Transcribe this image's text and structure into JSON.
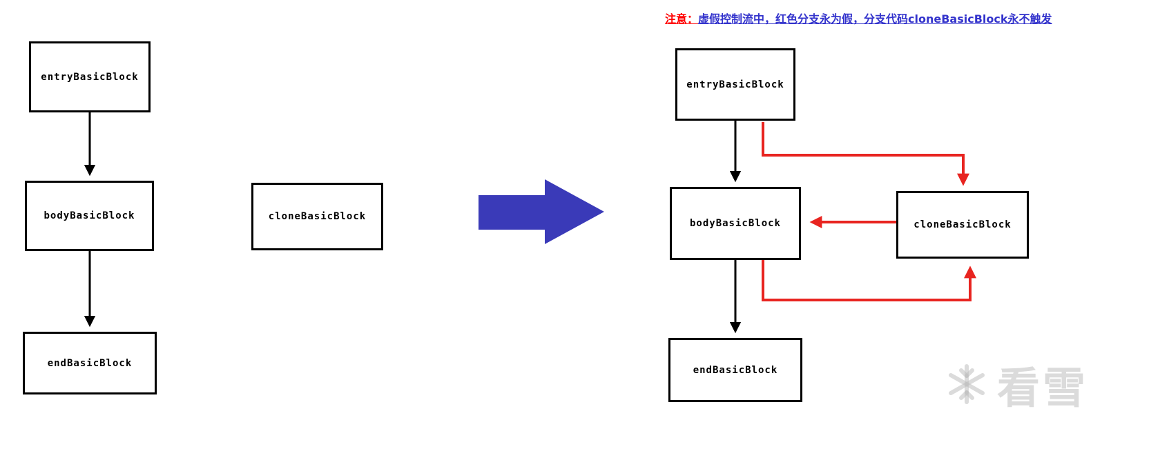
{
  "note": {
    "prefix": "注意：",
    "body": "虚假控制流中，红色分支永为假，分支代码cloneBasicBlock永不触发"
  },
  "left_diagram": {
    "entry_label": "entryBasicBlock",
    "body_label": "bodyBasicBlock",
    "end_label": "endBasicBlock",
    "clone_label": "cloneBasicBlock"
  },
  "right_diagram": {
    "entry_label": "entryBasicBlock",
    "body_label": "bodyBasicBlock",
    "clone_label": "cloneBasicBlock",
    "end_label": "endBasicBlock"
  },
  "watermark": {
    "text": "看雪"
  },
  "colors": {
    "black": "#000000",
    "red": "#e82420",
    "blue_arrow": "#3a3ab8",
    "note_red": "#ff0000",
    "note_blue": "#3333cc"
  }
}
